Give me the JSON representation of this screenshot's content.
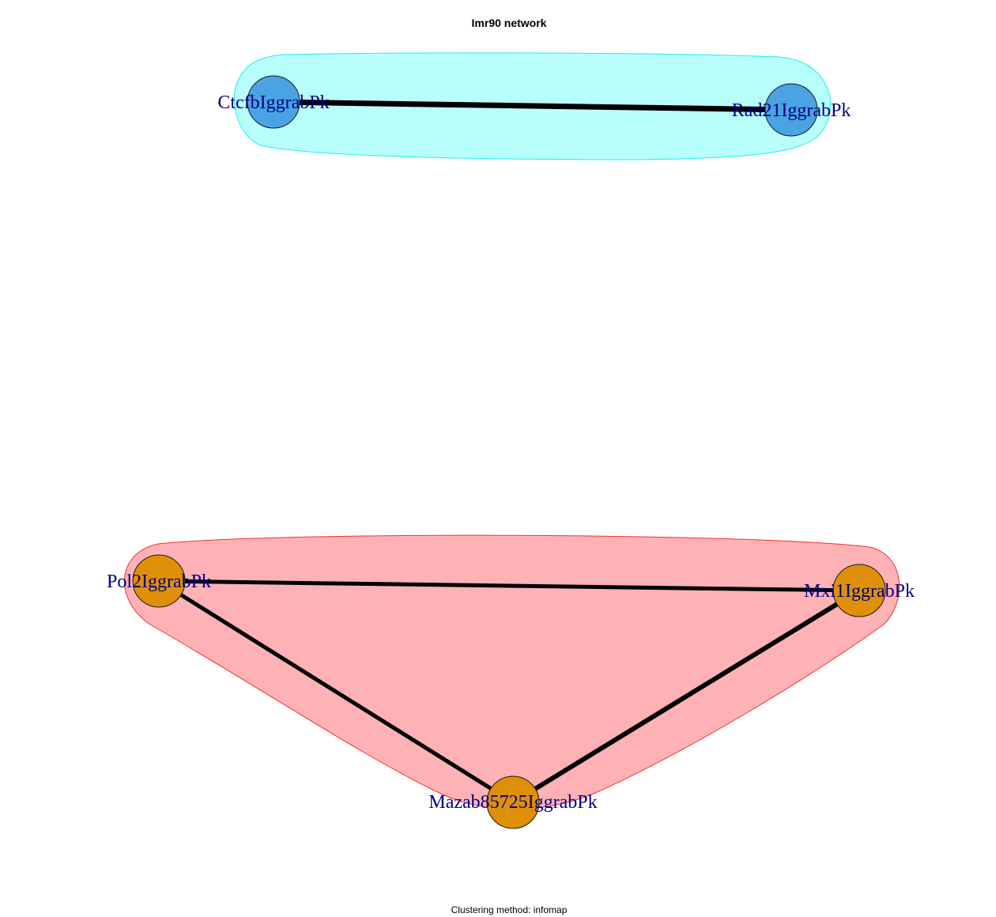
{
  "title": "Imr90 network",
  "subtitle": "Clustering method: infomap",
  "colors": {
    "cluster_cyan_fill": "#b8fffc",
    "cluster_cyan_stroke": "#22eeee",
    "cluster_red_fill": "#ffb2b5",
    "cluster_red_stroke": "#ee3333",
    "node_blue": "#4aa3e3",
    "node_orange": "#e08f08",
    "edge": "#000000",
    "label": "#000080"
  },
  "nodes": [
    {
      "id": "ctcf",
      "label": "CtcfbIggrabPk",
      "cluster": "cyan"
    },
    {
      "id": "rad21",
      "label": "Rad21IggrabPk",
      "cluster": "cyan"
    },
    {
      "id": "pol2",
      "label": "Pol2IggrabPk",
      "cluster": "red"
    },
    {
      "id": "mxi1",
      "label": "Mxi1IggrabPk",
      "cluster": "red"
    },
    {
      "id": "mazab",
      "label": "Mazab85725IggrabPk",
      "cluster": "red"
    }
  ],
  "edges": [
    {
      "from": "ctcf",
      "to": "rad21"
    },
    {
      "from": "pol2",
      "to": "mxi1"
    },
    {
      "from": "pol2",
      "to": "mazab"
    },
    {
      "from": "mxi1",
      "to": "mazab"
    }
  ]
}
